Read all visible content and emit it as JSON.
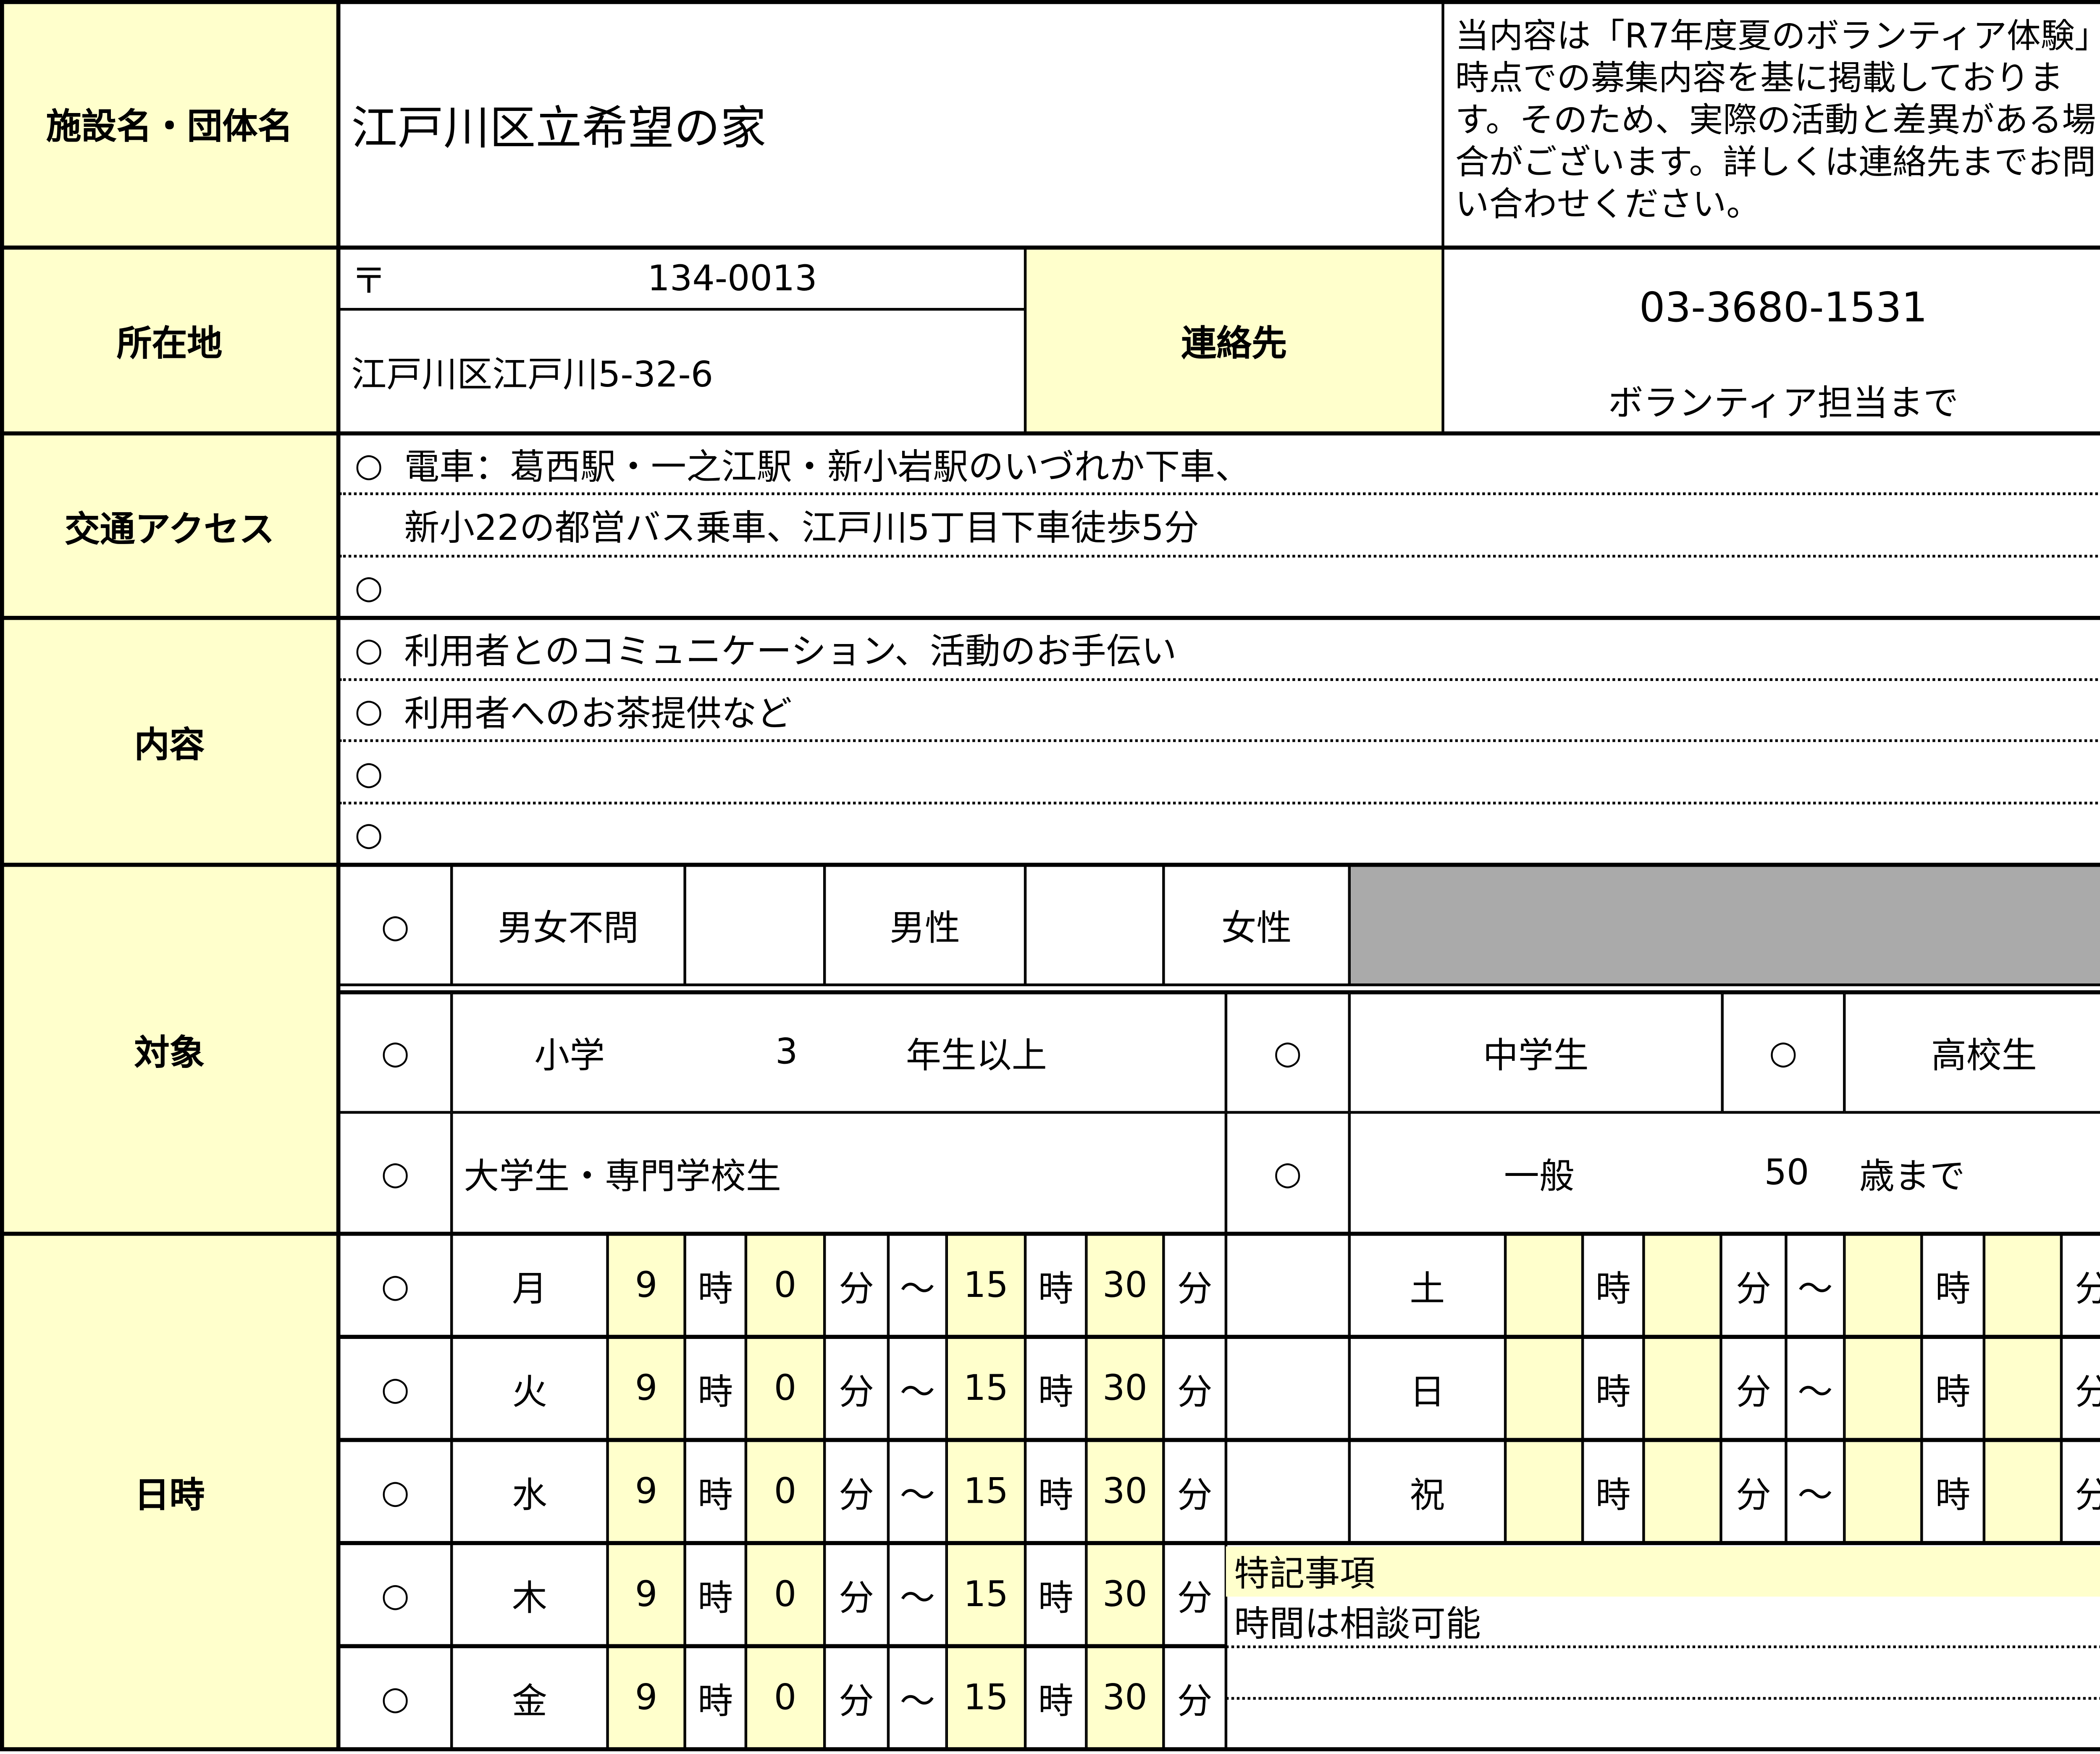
{
  "facility": {
    "label": "施設名・団体名",
    "name": "江戸川区立希望の家",
    "note": "当内容は「R7年度夏のボランティア体験」時点での募集内容を基に掲載しております。そのため、実際の活動と差異がある場合がございます。詳しくは連絡先までお問い合わせください。"
  },
  "location": {
    "label": "所在地",
    "postal_mark": "〒",
    "postal_code": "134-0013",
    "address": "江戸川区江戸川5-32-6"
  },
  "contact": {
    "label": "連絡先",
    "phone": "03-3680-1531",
    "person": "ボランティア担当まで"
  },
  "access": {
    "label": "交通アクセス",
    "lines": [
      {
        "mark": "○",
        "text": "電車：葛西駅・一之江駅・新小岩駅のいづれか下車、"
      },
      {
        "mark": "",
        "text": "新小22の都営バス乗車、江戸川5丁目下車徒歩5分"
      },
      {
        "mark": "○",
        "text": ""
      }
    ]
  },
  "content": {
    "label": "内容",
    "lines": [
      {
        "mark": "○",
        "text": "利用者とのコミュニケーション、活動のお手伝い"
      },
      {
        "mark": "○",
        "text": "利用者へのお茶提供など"
      },
      {
        "mark": "○",
        "text": ""
      },
      {
        "mark": "○",
        "text": ""
      }
    ]
  },
  "target": {
    "label": "対象",
    "gender": {
      "mark": "○",
      "any": "男女不問",
      "male": "男性",
      "female": "女性"
    },
    "elementary": {
      "mark": "○",
      "prefix": "小学",
      "grade": "3",
      "suffix": "年生以上"
    },
    "junior_high": {
      "mark": "○",
      "label": "中学生"
    },
    "high_school": {
      "mark": "○",
      "label": "高校生"
    },
    "university": {
      "mark": "○",
      "label": "大学生・専門学校生"
    },
    "general": {
      "mark": "○",
      "label": "一般",
      "age": "50",
      "suffix": "歳まで"
    }
  },
  "schedule": {
    "label": "日時",
    "hour_unit": "時",
    "minute_unit": "分",
    "tilde": "～",
    "weekdays": [
      {
        "mark": "○",
        "day": "月",
        "sh": "9",
        "sm": "0",
        "eh": "15",
        "em": "30"
      },
      {
        "mark": "○",
        "day": "火",
        "sh": "9",
        "sm": "0",
        "eh": "15",
        "em": "30"
      },
      {
        "mark": "○",
        "day": "水",
        "sh": "9",
        "sm": "0",
        "eh": "15",
        "em": "30"
      },
      {
        "mark": "○",
        "day": "木",
        "sh": "9",
        "sm": "0",
        "eh": "15",
        "em": "30"
      },
      {
        "mark": "○",
        "day": "金",
        "sh": "9",
        "sm": "0",
        "eh": "15",
        "em": "30"
      }
    ],
    "weekends": [
      {
        "mark": "",
        "day": "土",
        "sh": "",
        "sm": "",
        "eh": "",
        "em": ""
      },
      {
        "mark": "",
        "day": "日",
        "sh": "",
        "sm": "",
        "eh": "",
        "em": ""
      },
      {
        "mark": "",
        "day": "祝",
        "sh": "",
        "sm": "",
        "eh": "",
        "em": ""
      }
    ],
    "remarks_label": "特記事項",
    "remarks": [
      "時間は相談可能",
      ""
    ]
  },
  "colors": {
    "label_bg": "#ffffcc",
    "disabled_bg": "#aaaaaa",
    "border": "#000000"
  }
}
